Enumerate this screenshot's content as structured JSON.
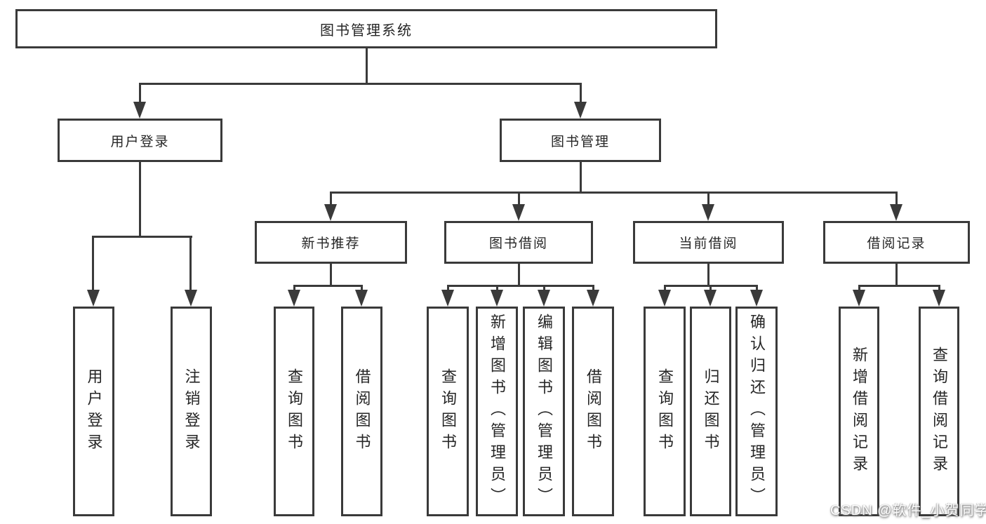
{
  "colors": {
    "line": "#3a3a3a",
    "box_border": "#3a3a3a",
    "text": "#262626",
    "background": "#ffffff"
  },
  "diagram": {
    "root": {
      "label": "图书管理系统"
    },
    "level2": {
      "user_login": {
        "label": "用户登录"
      },
      "book_management": {
        "label": "图书管理"
      }
    },
    "level3": {
      "new_book_recommend": {
        "label": "新书推荐"
      },
      "book_borrow": {
        "label": "图书借阅"
      },
      "current_borrow": {
        "label": "当前借阅"
      },
      "borrow_records": {
        "label": "借阅记录"
      }
    },
    "leaves": {
      "user_login": [
        "用户登录",
        "注销登录"
      ],
      "new_book_recommend": [
        "查询图书",
        "借阅图书"
      ],
      "book_borrow": [
        "查询图书",
        "新增图书（管理员）",
        "编辑图书（管理员）",
        "借阅图书"
      ],
      "current_borrow": [
        "查询图书",
        "归还图书",
        "确认归还（管理员）"
      ],
      "borrow_records": [
        "新增借阅记录",
        "查询借阅记录"
      ]
    }
  },
  "watermark": {
    "text": "CSDN @软件_小贺同学"
  }
}
